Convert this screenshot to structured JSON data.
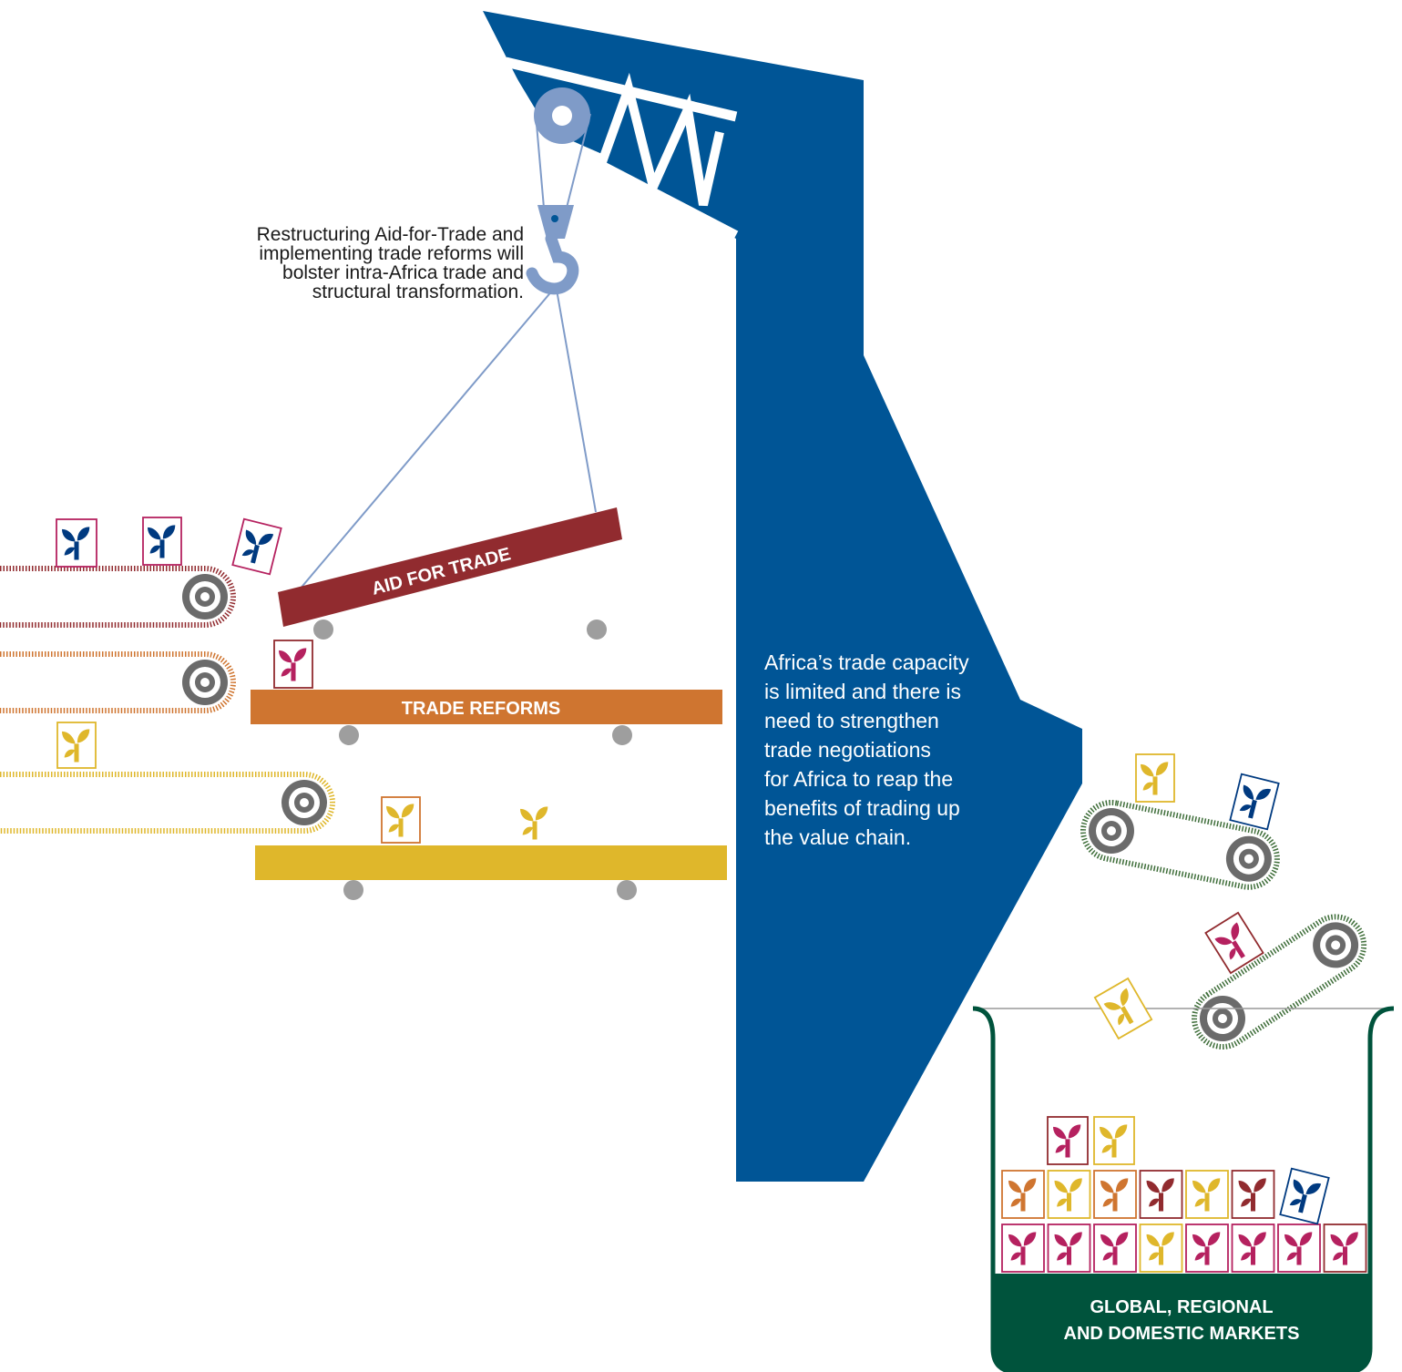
{
  "captions": {
    "crane": [
      "Restructuring Aid-for-Trade and",
      "implementing trade reforms will",
      "bolster intra-Africa trade and",
      "structural transformation."
    ],
    "capacity": [
      "Africa’s trade capacity",
      "is limited and there is",
      "need to strengthen",
      "trade negotiations",
      "for Africa to reap the",
      "benefits of trading up",
      "the value chain."
    ]
  },
  "bars": {
    "aid_for_trade": "AID FOR TRADE",
    "trade_reforms": "TRADE REFORMS"
  },
  "market": {
    "label_line1": "GLOBAL, REGIONAL",
    "label_line2": "AND DOMESTIC MARKETS"
  },
  "colors": {
    "crane_blue": "#005596",
    "pulley": "#7f9bc8",
    "aid_red": "#912b2f",
    "reform_orange": "#cf7530",
    "gold": "#dfb72b",
    "magenta": "#b5215f",
    "navy": "#003a80",
    "market_green": "#00533c",
    "wheel_grey": "#6b6b6b",
    "dot_grey": "#9e9e9e"
  },
  "icons": {
    "product": "plant-sprout-icon",
    "wheel": "conveyor-wheel-icon"
  }
}
